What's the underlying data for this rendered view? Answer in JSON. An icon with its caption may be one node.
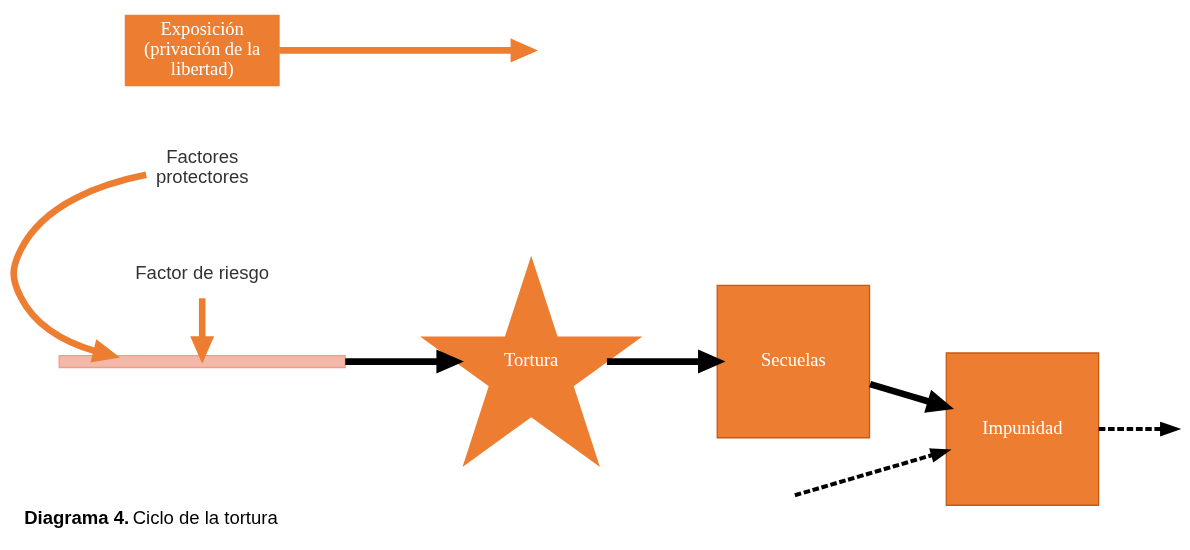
{
  "diagram": {
    "caption": "**Diagrama 4.** Ciclo de la tortura",
    "nodes": [
      {
        "text": [
          "Factores protectores"
        ]
      },
      {
        "text": [
          "Factor de riesgo"
        ]
      },
      {
        "text": [],
        "shape": "bar"
      },
      {
        "text": [
          "Exposición (privación de la libertad)"
        ]
      },
      {
        "text": [
          "Tortura"
        ]
      },
      {
        "text": [
          "Secuelas"
        ]
      },
      {
        "text": [
          "Impunidad"
        ]
      }
    ],
    "edges": [
      {
        "from": 0,
        "to": 2,
        "arrow": "to",
        "color": "#ed7d31"
      },
      {
        "from": 1,
        "to": 2,
        "arrow": "to",
        "color": "#ed7d31"
      },
      {
        "from": 3,
        "to": null,
        "arrow": "to",
        "color": "#ed7d31"
      },
      {
        "from": 2,
        "to": 4,
        "arrow": "to"
      },
      {
        "from": 4,
        "to": 5,
        "arrow": "to"
      },
      {
        "from": 5,
        "to": 6,
        "arrow": "to"
      },
      {
        "from": null,
        "to": 6,
        "arrow": "to",
        "style": "dashed"
      },
      {
        "from": 6,
        "to": null,
        "arrow": "to",
        "style": "dashed"
      }
    ]
  }
}
